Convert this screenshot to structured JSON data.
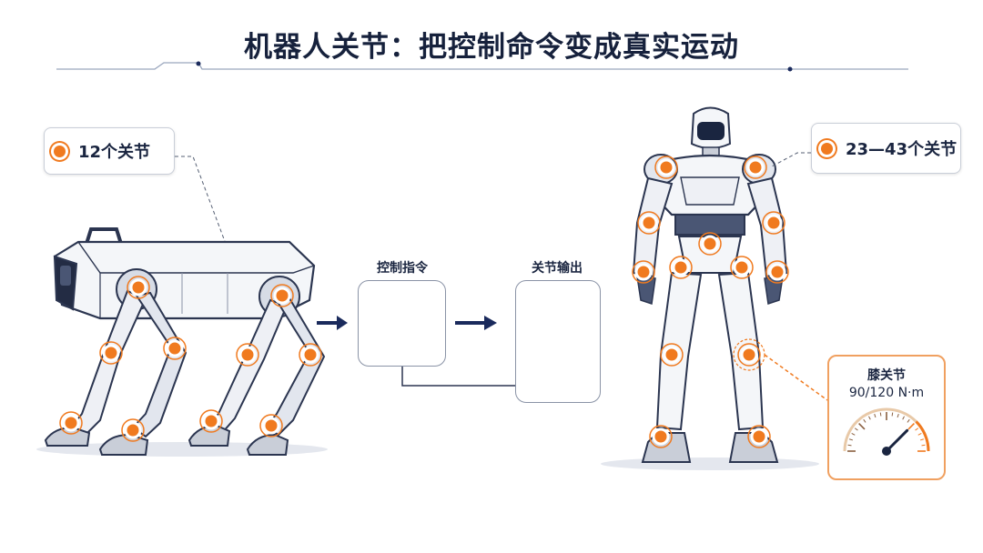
{
  "title": "机器人关节：把控制命令变成真实运动",
  "quadruped_callout": "12个关节",
  "humanoid_callout": "23—43个关节",
  "flow": {
    "control_label": "控制指令",
    "output_label": "关节输出"
  },
  "knee_gauge": {
    "title": "膝关节",
    "value_text": "90/120 N·m",
    "fraction": 0.75
  },
  "colors": {
    "accent": "#f07a1f",
    "navy": "#1a2a5c",
    "line": "#3a4a6a"
  }
}
